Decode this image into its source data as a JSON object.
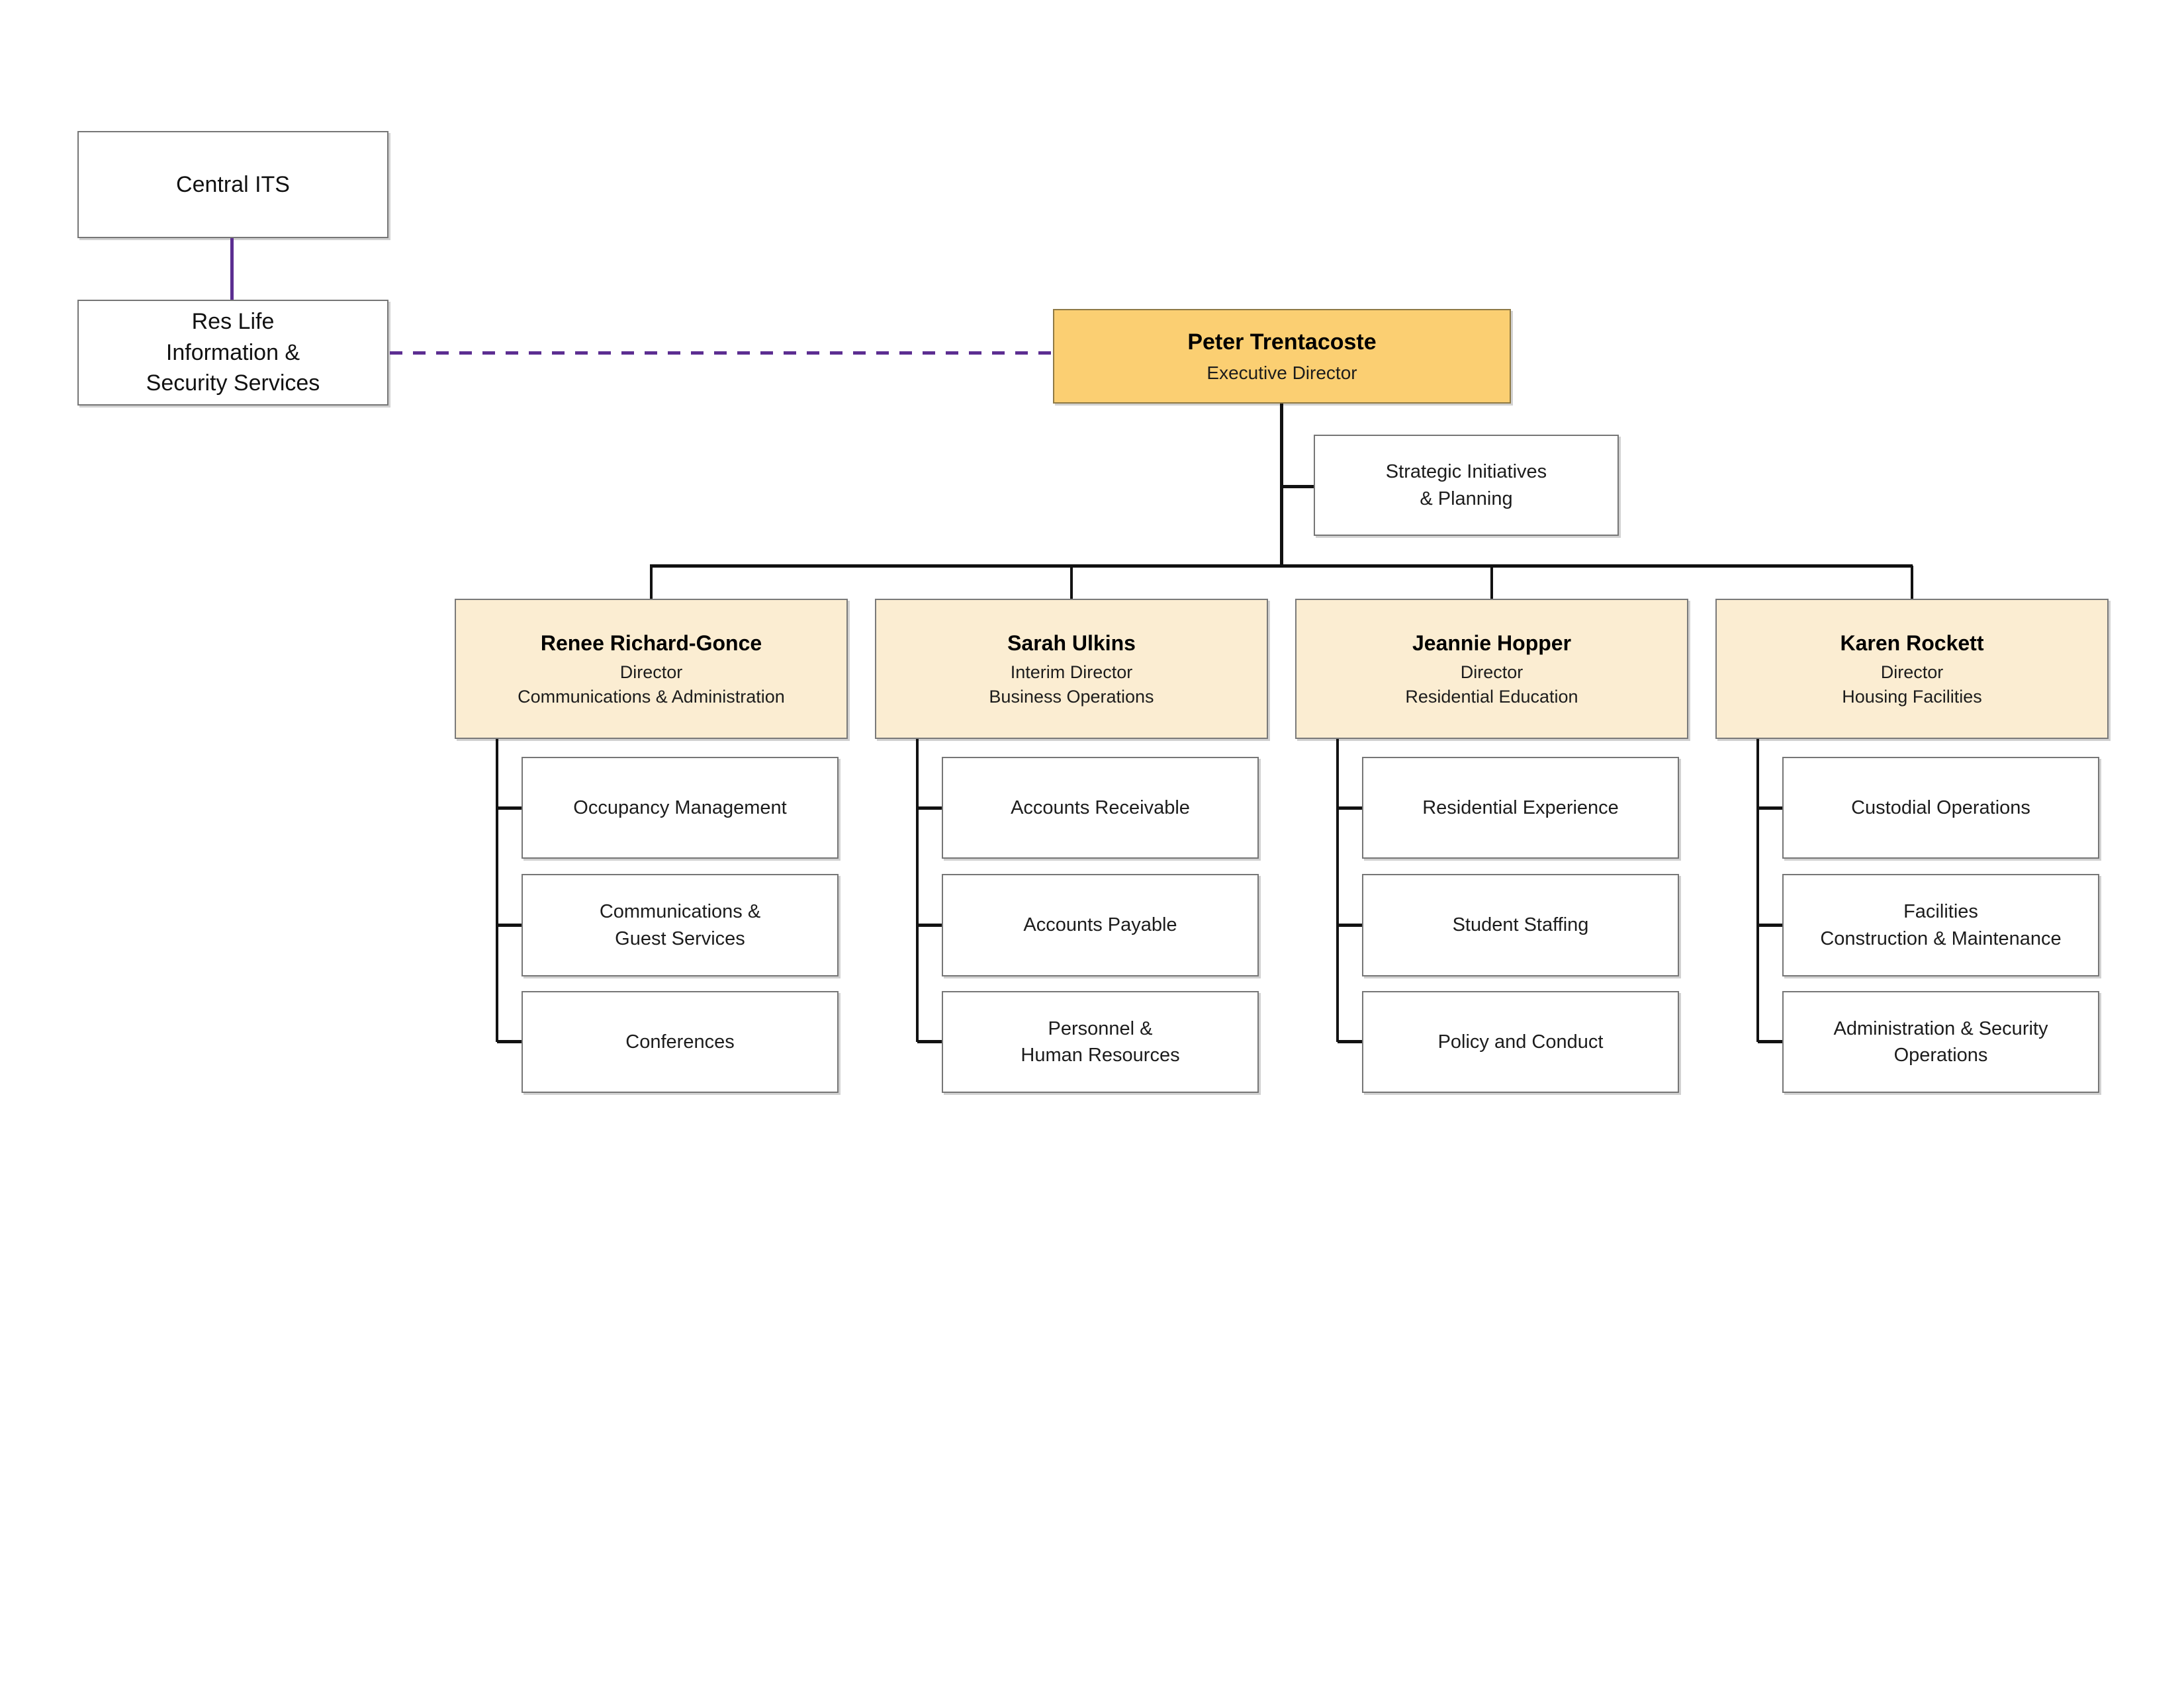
{
  "page": {
    "background": "#ffffff",
    "box_fill_white": "#ffffff",
    "box_fill_gold": "#FBCF72",
    "box_fill_cream": "#FBEDD2",
    "connector_black": "#121212",
    "connector_purple": "#5C2E91"
  },
  "external": {
    "central_its": {
      "label": "Central ITS"
    },
    "res_life": {
      "lines": [
        "Res Life",
        "Information &",
        "Security Services"
      ]
    }
  },
  "executive": {
    "name": "Peter Trentacoste",
    "title": "Executive Director"
  },
  "staff_box": {
    "lines": [
      "Strategic Initiatives",
      "& Planning"
    ]
  },
  "directors": [
    {
      "name": "Renee Richard-Gonce",
      "title": "Director",
      "department": "Communications & Administration",
      "units": [
        [
          "Occupancy Management"
        ],
        [
          "Communications &",
          "Guest Services"
        ],
        [
          "Conferences"
        ]
      ]
    },
    {
      "name": "Sarah Ulkins",
      "title": "Interim Director",
      "department": "Business Operations",
      "units": [
        [
          "Accounts Receivable"
        ],
        [
          "Accounts Payable"
        ],
        [
          "Personnel &",
          "Human Resources"
        ]
      ]
    },
    {
      "name": "Jeannie Hopper",
      "title": "Director",
      "department": "Residential Education",
      "units": [
        [
          "Residential Experience"
        ],
        [
          "Student Staffing"
        ],
        [
          "Policy and Conduct"
        ]
      ]
    },
    {
      "name": "Karen Rockett",
      "title": "Director",
      "department": "Housing Facilities",
      "units": [
        [
          "Custodial Operations"
        ],
        [
          "Facilities",
          "Construction & Maintenance"
        ],
        [
          "Administration & Security",
          "Operations"
        ]
      ]
    }
  ]
}
